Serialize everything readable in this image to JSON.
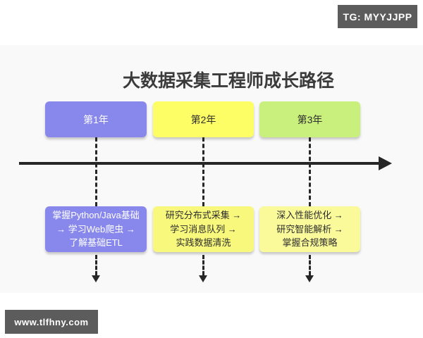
{
  "watermarks": {
    "top_right": "TG: MYYJJPP",
    "bottom_left": "www.tlfhny.com"
  },
  "diagram": {
    "title": "大数据采集工程师成长路径",
    "stages": [
      {
        "year_label": "第1年",
        "tasks": "掌握Python/Java基础\n→ 学习Web爬虫 →\n了解基础ETL",
        "year_bg": "#8888ec",
        "year_fg": "#ffffff",
        "task_bg": "#8888ec",
        "task_fg": "#ffffff"
      },
      {
        "year_label": "第2年",
        "tasks": "研究分布式采集 →\n学习消息队列 →\n实践数据清洗",
        "year_bg": "#fdfd65",
        "year_fg": "#2e2e2e",
        "task_bg": "#f8f87d",
        "task_fg": "#2e2e2e"
      },
      {
        "year_label": "第3年",
        "tasks": "深入性能优化 →\n研究智能解析 →\n掌握合规策略",
        "year_bg": "#c9ef7c",
        "year_fg": "#2e2e2e",
        "task_bg": "#fafa9b",
        "task_fg": "#2e2e2e"
      }
    ],
    "colors": {
      "axis": "#262626",
      "panel_bg": "#f9f9f9",
      "badge_bg": "#5c5c5c"
    }
  }
}
